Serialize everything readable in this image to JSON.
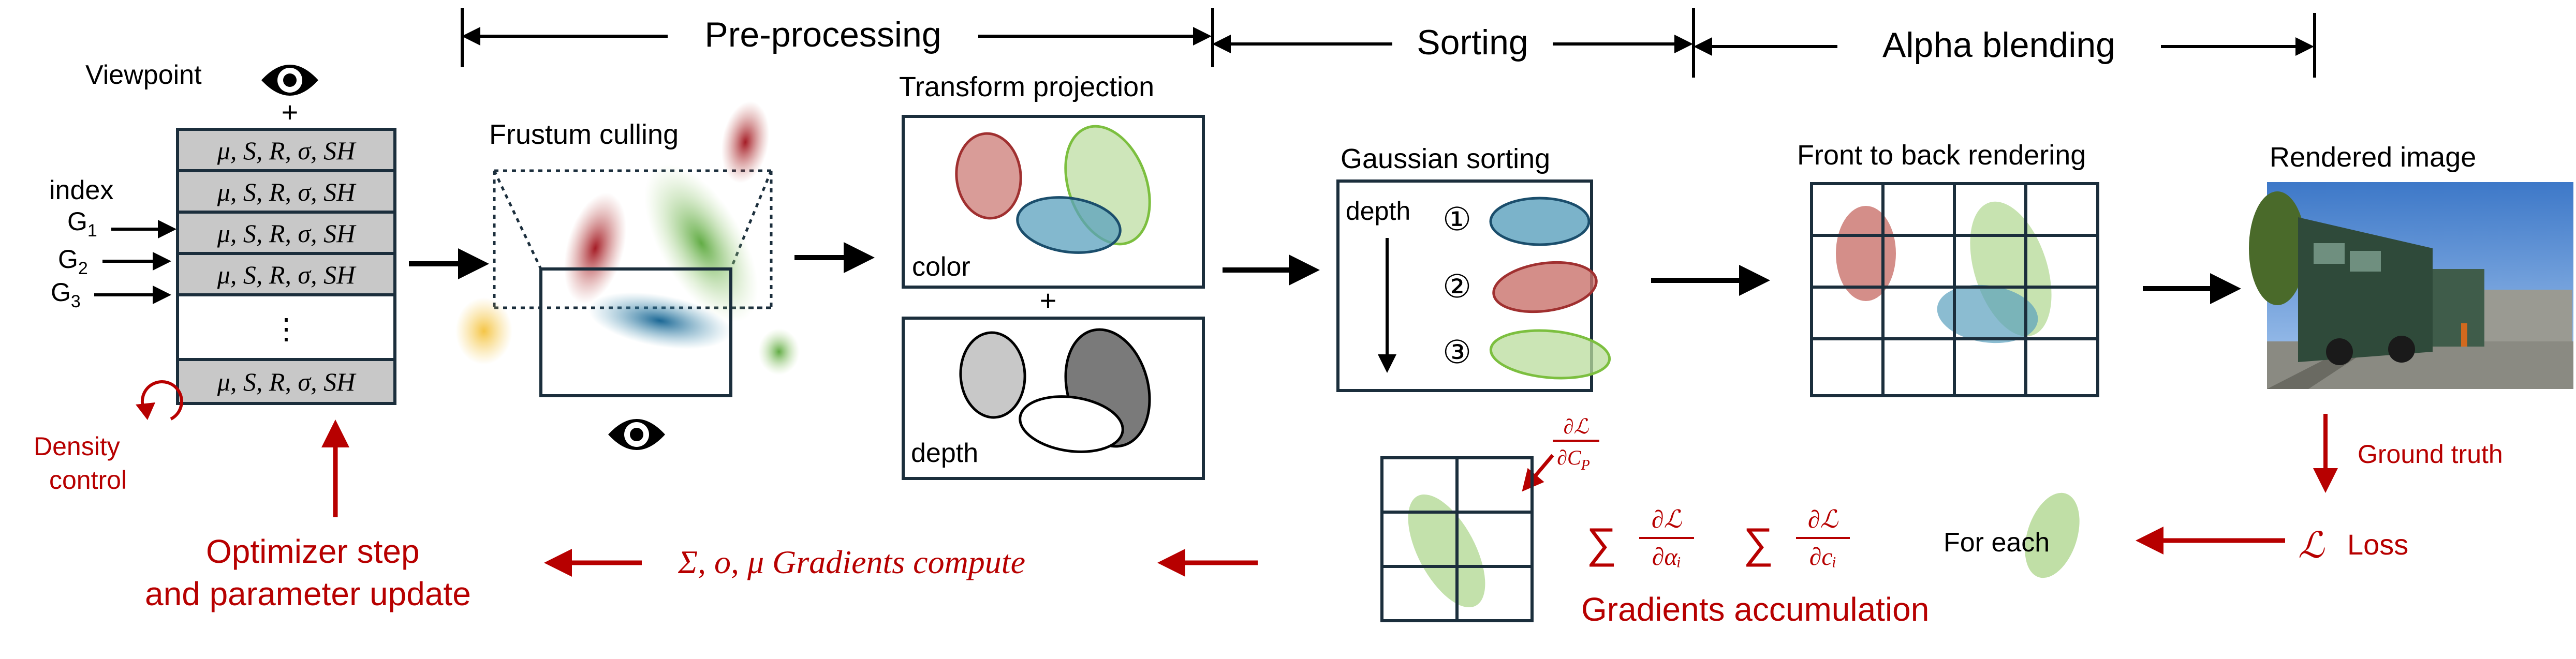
{
  "stages": {
    "preprocessing": "Pre-processing",
    "sorting": "Sorting",
    "alpha_blending": "Alpha blending"
  },
  "viewpoint": {
    "label": "Viewpoint",
    "plus": "+"
  },
  "index": {
    "label": "index",
    "g1_main": "G",
    "g1_sub": "1",
    "g2_main": "G",
    "g2_sub": "2",
    "g3_main": "G",
    "g3_sub": "3"
  },
  "attribute_rows": [
    "μ, S, R, σ, SH",
    "μ, S, R, σ, SH",
    "μ, S, R, σ, SH",
    "μ, S, R, σ, SH",
    "⋮",
    "μ, S, R, σ, SH"
  ],
  "density_control": {
    "line1": "Density",
    "line2": "control"
  },
  "frustum_culling": {
    "label": "Frustum culling"
  },
  "transform_projection": {
    "label": "Transform projection",
    "color_label": "color",
    "plus": "+",
    "depth_label": "depth"
  },
  "gaussian_sorting": {
    "label": "Gaussian sorting",
    "depth_label": "depth",
    "order_marks": [
      "①",
      "②",
      "③"
    ]
  },
  "front_to_back": {
    "label": "Front to back rendering"
  },
  "rendered_image": {
    "label": "Rendered image"
  },
  "ground_truth": {
    "label": "Ground truth"
  },
  "loss": {
    "symbol": "ℒ",
    "label": "Loss"
  },
  "for_each": {
    "label": "For each"
  },
  "gradients_accumulation": {
    "label": "Gradients accumulation",
    "sum1_num": "∂ℒ",
    "sum1_den": "∂αᵢ",
    "sum2_num": "∂ℒ",
    "sum2_den": "∂cᵢ",
    "pixel_num": "∂ℒ",
    "pixel_den": "∂C",
    "pixel_den_sub": "P",
    "sum_symbol": "∑"
  },
  "gradients_compute": {
    "label": "Σ, o, μ Gradients compute"
  },
  "optimizer": {
    "line1": "Optimizer step",
    "line2": "and parameter update"
  },
  "colors": {
    "red_text": "#b70000",
    "box_border": "#1b2e3c",
    "cell_fill": "#c8c8c8",
    "gaussian_red": "#c9726c",
    "gaussian_green": "#b9dc9c",
    "gaussian_blue": "#5aa0bd",
    "gaussian_yellow": "#f7d26a"
  }
}
